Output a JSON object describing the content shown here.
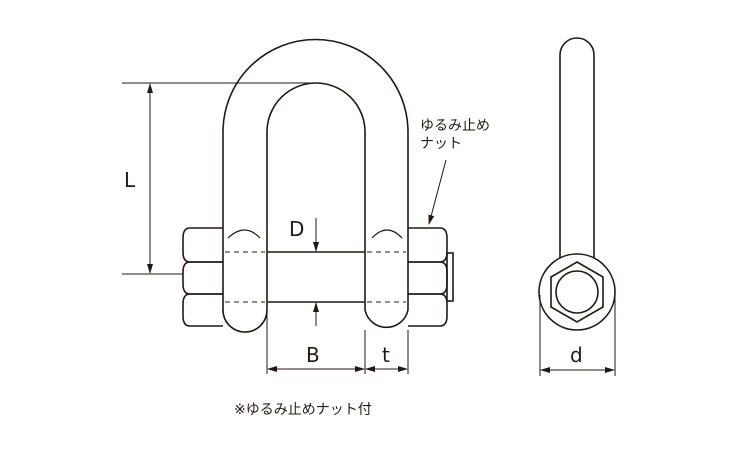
{
  "labels": {
    "L": "L",
    "D": "D",
    "B": "B",
    "t": "t",
    "d": "d"
  },
  "annotation": {
    "line1": "ゆるみ止め",
    "line2": "ナット"
  },
  "footnote": "※ゆるみ止めナット付",
  "colors": {
    "line": "#231815"
  }
}
